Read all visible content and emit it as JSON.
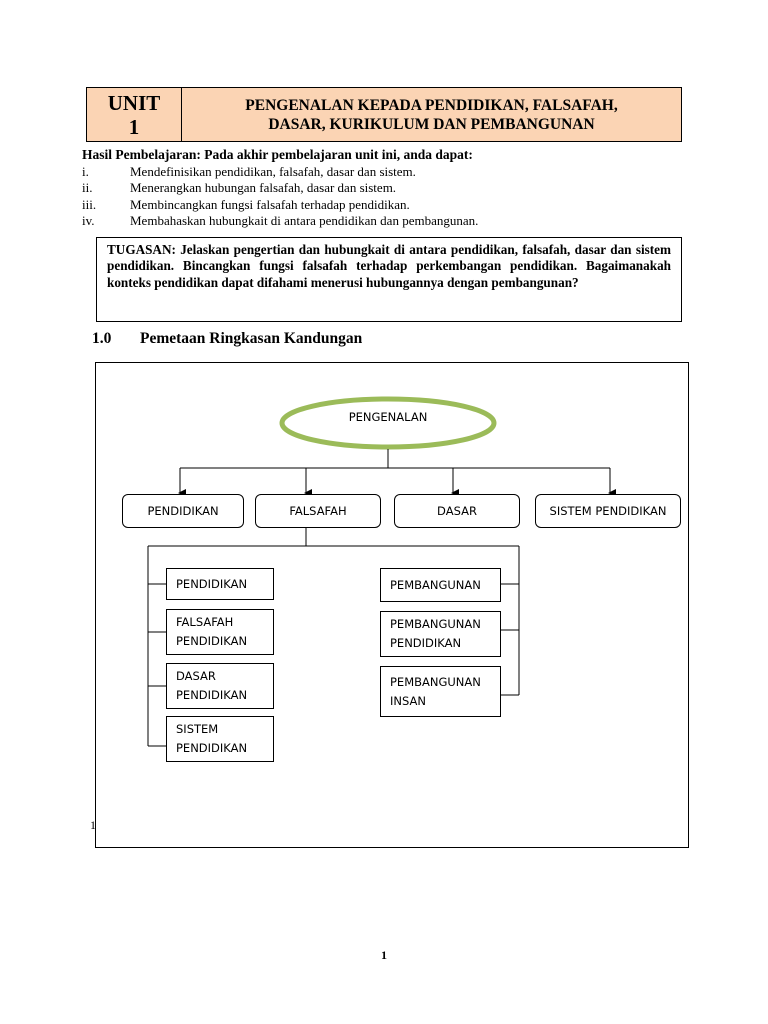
{
  "header": {
    "unit_line1": "UNIT",
    "unit_line2": "1",
    "title_line1": "PENGENALAN KEPADA PENDIDIKAN, FALSAFAH,",
    "title_line2": "DASAR, KURIKULUM DAN PEMBANGUNAN",
    "background_color": "#fbd4b4"
  },
  "outcomes": {
    "heading": "Hasil Pembelajaran: Pada akhir pembelajaran unit ini, anda dapat:",
    "items": [
      {
        "num": "i.",
        "text": "Mendefinisikan pendidikan, falsafah, dasar dan sistem."
      },
      {
        "num": "ii.",
        "text": "Menerangkan hubungan falsafah, dasar dan sistem."
      },
      {
        "num": "iii.",
        "text": "Membincangkan fungsi falsafah terhadap pendidikan."
      },
      {
        "num": "iv.",
        "text": "Membahaskan hubungkait di antara pendidikan dan pembangunan."
      }
    ]
  },
  "task": {
    "text": "TUGASAN: Jelaskan pengertian dan hubungkait  di antara pendidikan, falsafah, dasar dan sistem pendidikan.  Bincangkan fungsi falsafah terhadap perkembangan pendidikan.  Bagaimanakah konteks pendidikan dapat difahami menerusi hubungannya dengan pembangunan?"
  },
  "section": {
    "number": "1.0",
    "title": "Pemetaan Ringkasan Kandungan"
  },
  "diagram": {
    "root": "PENGENALAN",
    "root_color": "#9bbb59",
    "level1": [
      "PENDIDIKAN",
      "FALSAFAH",
      "DASAR",
      "SISTEM PENDIDIKAN"
    ],
    "left_items": [
      {
        "line1": "PENDIDIKAN",
        "line2": ""
      },
      {
        "line1": "FALSAFAH",
        "line2": "PENDIDIKAN"
      },
      {
        "line1": "DASAR",
        "line2": "PENDIDIKAN"
      },
      {
        "line1": "SISTEM",
        "line2": "PENDIDIKAN"
      }
    ],
    "right_items": [
      {
        "line1": "PEMBANGUNAN",
        "line2": ""
      },
      {
        "line1": "PEMBANGUNAN",
        "line2": "PENDIDIKAN"
      },
      {
        "line1": "PEMBANGUNAN",
        "line2": "INSAN"
      }
    ],
    "stray_mark": "1"
  },
  "footer": {
    "page_number": "1"
  }
}
